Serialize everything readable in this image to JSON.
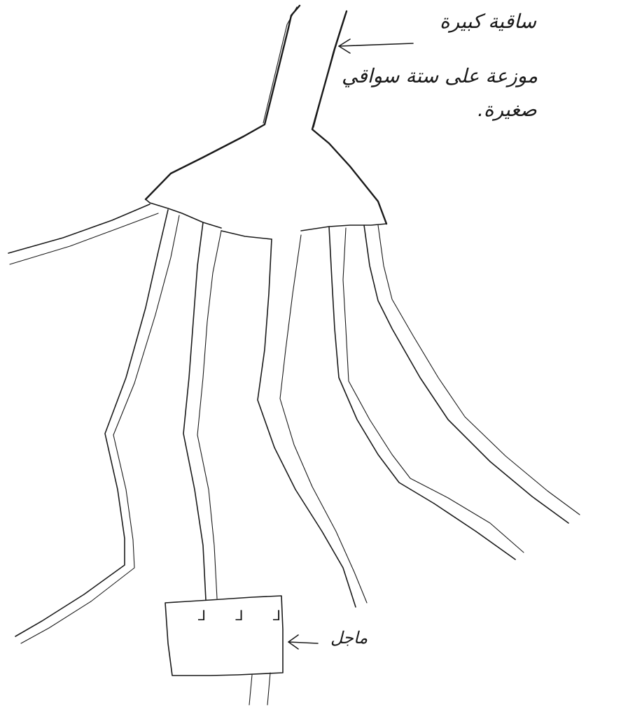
{
  "diagram": {
    "labels": {
      "main_canal_line1": "ساقية كبيرة",
      "main_canal_line2": "موزعة على ستة سواقي",
      "main_canal_line3": "صغيرة.",
      "basin": "ماجل"
    },
    "basin_marks": "⅃ ⅃ ⅃",
    "ink_color": "#1a1a1a",
    "background_color": "#ffffff"
  }
}
